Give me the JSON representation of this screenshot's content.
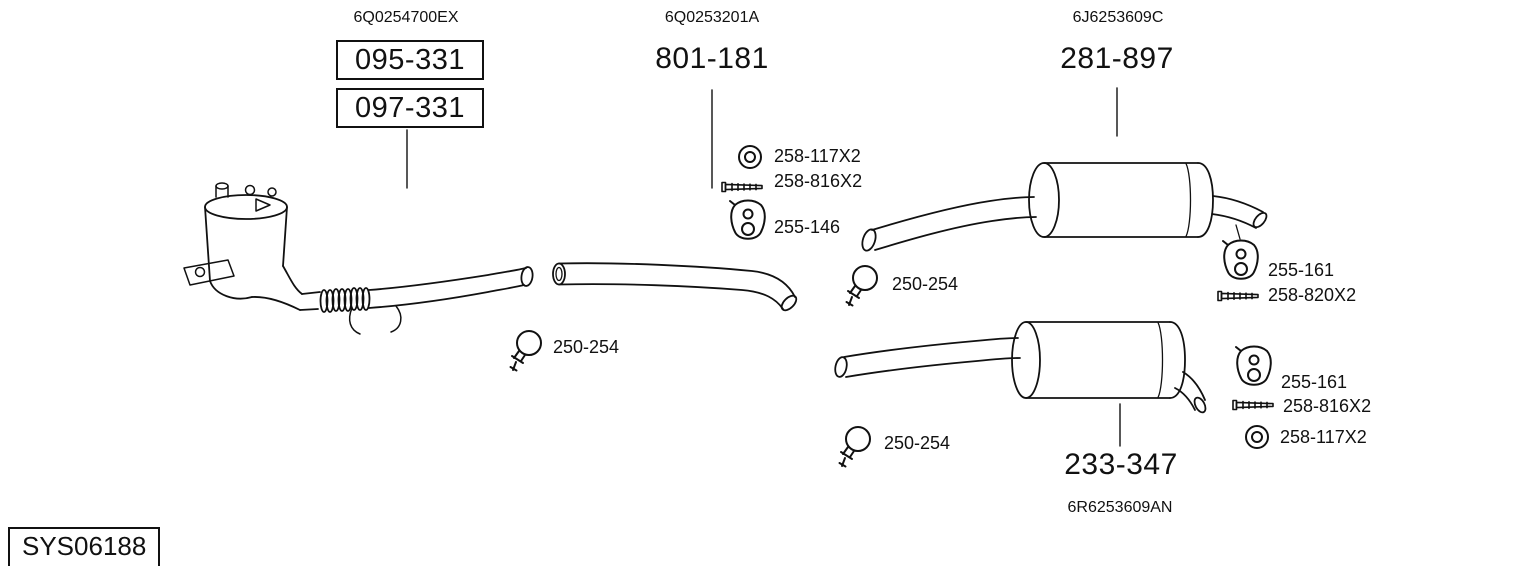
{
  "drawing_id": {
    "label": "SYS06188"
  },
  "assemblies": {
    "catalyst": {
      "oe_ref": "6Q0254700EX",
      "part_a": "095-331",
      "part_b": "097-331"
    },
    "center_pipe": {
      "oe_ref": "6Q0253201A",
      "part": "801-181"
    },
    "rear_muffler_a": {
      "oe_ref": "6J6253609C",
      "part": "281-897"
    },
    "rear_muffler_b": {
      "oe_ref": "6R6253609AN",
      "part": "233-347"
    }
  },
  "fittings": {
    "gasket_center": {
      "part": "258-117X2",
      "icon": "gasket-ring-icon"
    },
    "bolt_center": {
      "part": "258-816X2",
      "icon": "bolt-icon"
    },
    "hanger_center": {
      "part": "255-146",
      "icon": "rubber-hanger-icon"
    },
    "clamp_front": {
      "part": "250-254",
      "icon": "pipe-clamp-icon"
    },
    "clamp_center": {
      "part": "250-254",
      "icon": "pipe-clamp-icon"
    },
    "clamp_rear": {
      "part": "250-254",
      "icon": "pipe-clamp-icon"
    },
    "hanger_rear_a": {
      "part": "255-161",
      "icon": "rubber-hanger-icon"
    },
    "bolt_rear_a": {
      "part": "258-820X2",
      "icon": "bolt-icon"
    },
    "hanger_rear_b": {
      "part": "255-161",
      "icon": "rubber-hanger-icon"
    },
    "bolt_rear_b": {
      "part": "258-816X2",
      "icon": "bolt-icon"
    },
    "gasket_rear_b": {
      "part": "258-117X2",
      "icon": "gasket-ring-icon"
    }
  },
  "colors": {
    "ink": "#111111",
    "background": "#ffffff"
  }
}
